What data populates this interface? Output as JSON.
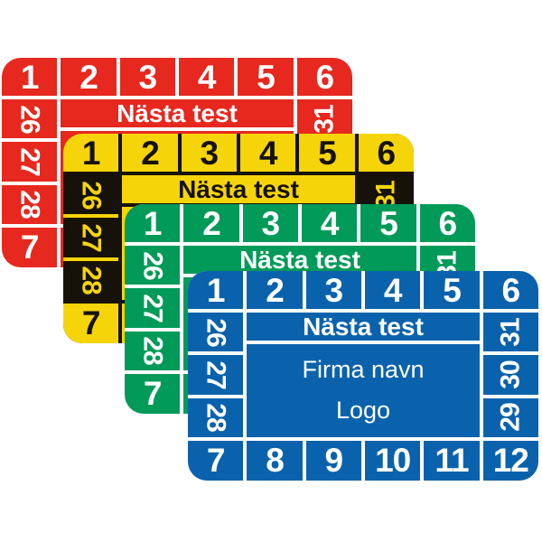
{
  "page": {
    "background": "#ffffff"
  },
  "label_content": {
    "top_numbers": [
      "1",
      "2",
      "3",
      "4",
      "5",
      "6"
    ],
    "bottom_numbers": [
      "7",
      "8",
      "9",
      "10",
      "11",
      "12"
    ],
    "left_years": [
      "26",
      "27",
      "28"
    ],
    "right_years": [
      "31",
      "30",
      "29"
    ],
    "next_test_label": "Nästa test",
    "company_line": "Firma navn",
    "logo_line": "Logo"
  },
  "cards": [
    {
      "name": "red",
      "bg": "#e6281e",
      "line_color": "#ffffff",
      "text_color": "#ffffff",
      "side_bg": "#e6281e",
      "side_text": "#ffffff",
      "side_separator": "#ffffff"
    },
    {
      "name": "yellow",
      "bg": "#f6d40a",
      "line_color": "#16120a",
      "text_color": "#16120a",
      "side_bg": "#16120a",
      "side_text": "#f6d40a",
      "side_separator": "#f6d40a"
    },
    {
      "name": "green",
      "bg": "#029a58",
      "line_color": "#ffffff",
      "text_color": "#ffffff",
      "side_bg": "#029a58",
      "side_text": "#ffffff",
      "side_separator": "#ffffff"
    },
    {
      "name": "blue",
      "bg": "#0b62ac",
      "line_color": "#ffffff",
      "text_color": "#ffffff",
      "side_bg": "#0b62ac",
      "side_text": "#ffffff",
      "side_separator": "#ffffff"
    }
  ]
}
